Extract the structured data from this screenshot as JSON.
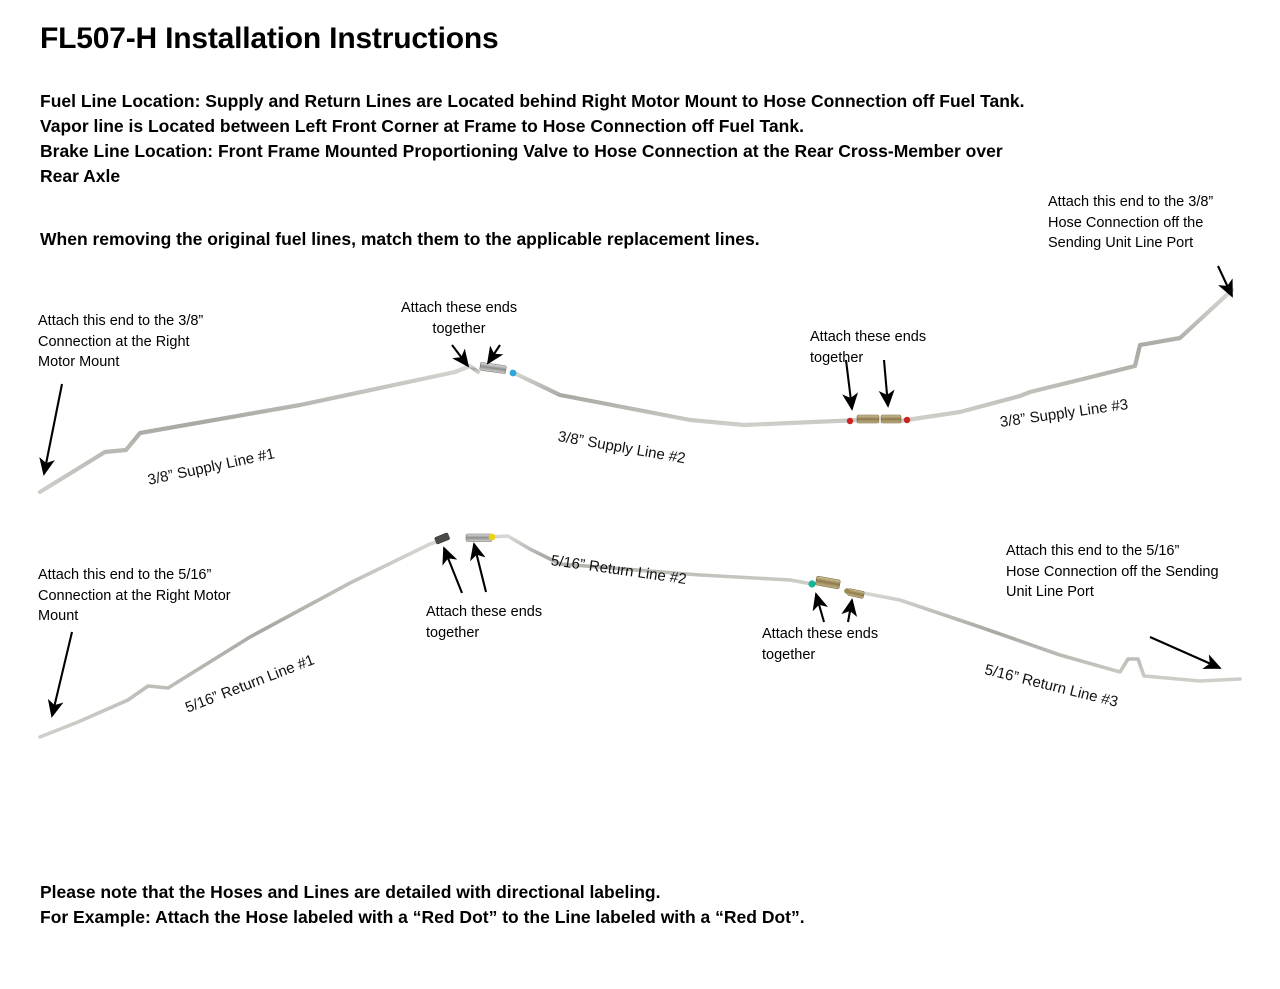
{
  "document": {
    "title": "FL507-H Installation Instructions",
    "intro_lines": [
      "Fuel Line Location:  Supply and Return Lines are Located behind Right Motor Mount to Hose Connection off Fuel Tank.",
      "Vapor line is Located between Left Front Corner at Frame to Hose Connection off Fuel Tank.",
      "Brake Line Location: Front Frame Mounted Proportioning Valve to Hose Connection at the Rear Cross-Member over",
      "Rear Axle"
    ],
    "match_note": "When removing the original fuel lines, match them to the applicable replacement lines.",
    "footer_lines": [
      "Please note that the Hoses and Lines are detailed with directional labeling.",
      "For Example: Attach the Hose labeled with a “Red Dot” to the Line labeled with a “Red Dot”."
    ]
  },
  "diagram": {
    "line_color": "#b4b4b0",
    "fitting_color": "#8a7f62",
    "arrow_color": "#000000",
    "callouts": {
      "supply_left": [
        "Attach this end to the 3/8”",
        "Connection at the Right",
        "Motor Mount"
      ],
      "supply_right": [
        "Attach this end to the 3/8”",
        "Hose Connection off the",
        "Sending Unit Line Port"
      ],
      "supply_mid1": [
        "Attach these ends",
        "together"
      ],
      "supply_mid2": [
        "Attach these ends",
        "together"
      ],
      "return_left": [
        "Attach this end to the 5/16”",
        "Connection at the Right Motor",
        "Mount"
      ],
      "return_right": [
        "Attach this end to the 5/16”",
        "Hose Connection off the Sending",
        "Unit Line Port"
      ],
      "return_mid1": [
        "Attach these ends",
        "together"
      ],
      "return_mid2": [
        "Attach these ends",
        "together"
      ]
    },
    "line_labels": {
      "supply_1": "3/8” Supply Line #1",
      "supply_2": "3/8” Supply Line #2",
      "supply_3": "3/8” Supply Line #3",
      "return_1": "5/16” Return Line #1",
      "return_2": "5/16” Return Line #2",
      "return_3": "5/16” Return Line #3"
    },
    "dot_markers": [
      {
        "name": "blue-dot",
        "color": "#29a8dd",
        "line": "supply"
      },
      {
        "name": "red-dot-left",
        "color": "#cc2222",
        "line": "supply"
      },
      {
        "name": "red-dot-right",
        "color": "#cc2222",
        "line": "supply"
      },
      {
        "name": "yellow-dot",
        "color": "#ead21a",
        "line": "return"
      },
      {
        "name": "teal-dot",
        "color": "#17b39a",
        "line": "return"
      },
      {
        "name": "olive-dot",
        "color": "#9a8c4a",
        "line": "return"
      }
    ]
  }
}
